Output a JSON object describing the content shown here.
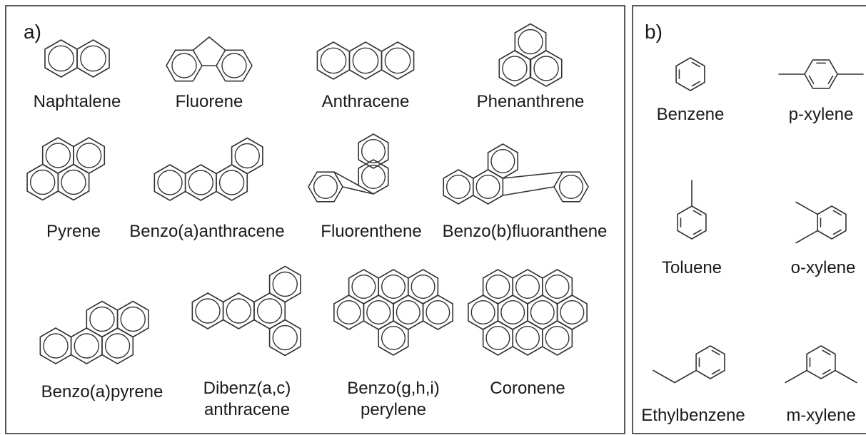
{
  "panels": {
    "a": {
      "label": "a)"
    },
    "b": {
      "label": "b)"
    }
  },
  "compounds_a": [
    {
      "id": "naphtalene",
      "name": "Naphtalene"
    },
    {
      "id": "fluorene",
      "name": "Fluorene"
    },
    {
      "id": "anthracene",
      "name": "Anthracene"
    },
    {
      "id": "phenanthrene",
      "name": "Phenanthrene"
    },
    {
      "id": "pyrene",
      "name": "Pyrene"
    },
    {
      "id": "benzo-a-anthracene",
      "name": "Benzo(a)anthracene"
    },
    {
      "id": "fluorenthene",
      "name": "Fluorenthene"
    },
    {
      "id": "benzo-b-fluoranthene",
      "name": "Benzo(b)fluoranthene"
    },
    {
      "id": "benzo-a-pyrene",
      "name": "Benzo(a)pyrene"
    },
    {
      "id": "dibenz-a-c-anthracene",
      "name_line1": "Dibenz(a,c)",
      "name_line2": "anthracene"
    },
    {
      "id": "benzo-g-h-i-perylene",
      "name_line1": "Benzo(g,h,i)",
      "name_line2": "perylene"
    },
    {
      "id": "coronene",
      "name": "Coronene"
    }
  ],
  "compounds_b": [
    {
      "id": "benzene",
      "name": "Benzene"
    },
    {
      "id": "p-xylene",
      "name": "p-xylene"
    },
    {
      "id": "toluene",
      "name": "Toluene"
    },
    {
      "id": "o-xylene",
      "name": "o-xylene"
    },
    {
      "id": "ethylbenzene",
      "name": "Ethylbenzene"
    },
    {
      "id": "m-xylene",
      "name": "m-xylene"
    }
  ]
}
